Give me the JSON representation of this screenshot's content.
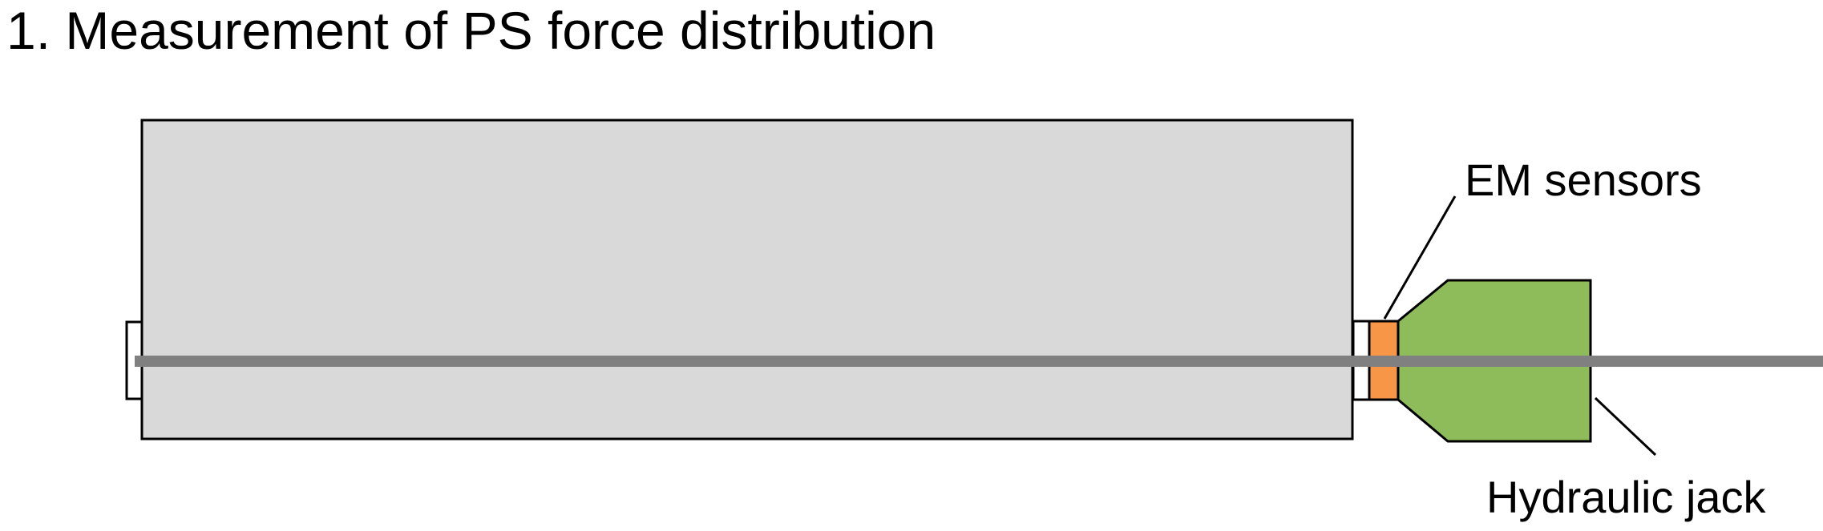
{
  "title": "1. Measurement of PS force distribution",
  "labels": {
    "em_sensors": "EM sensors",
    "hydraulic_jack": "Hydraulic jack"
  },
  "colors": {
    "beam_fill": "#d9d9d9",
    "tendon": "#808080",
    "em_sensor_fill": "#f79646",
    "hydraulic_jack_fill": "#8fbc5a",
    "outline": "#000000"
  }
}
